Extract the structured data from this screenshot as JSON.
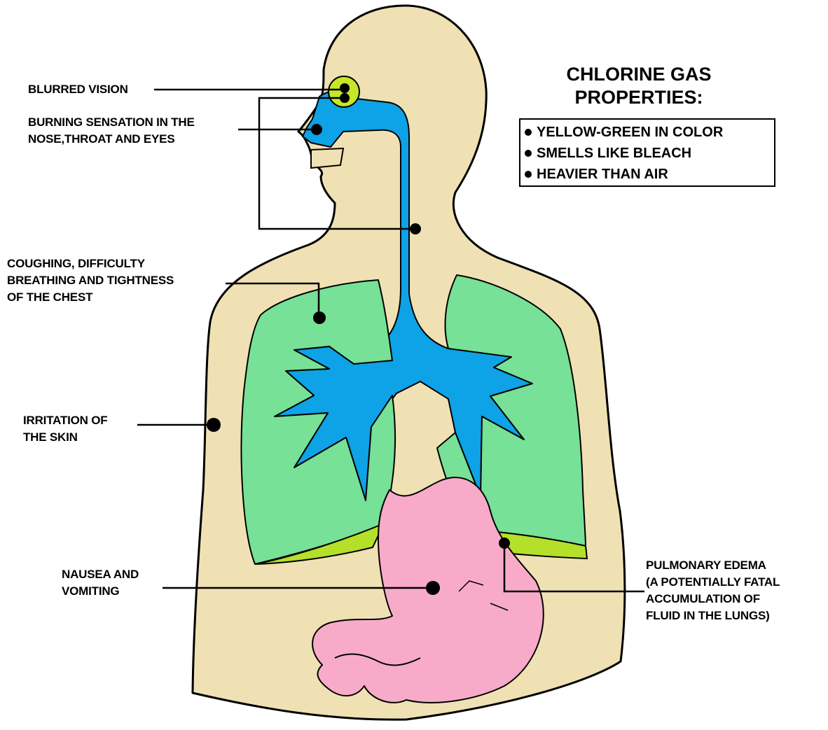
{
  "properties": {
    "title_line1": "CHLORINE GAS",
    "title_line2": "PROPERTIES:",
    "items": [
      "YELLOW-GREEN IN COLOR",
      "SMELLS LIKE BLEACH",
      "HEAVIER THAN AIR"
    ]
  },
  "symptoms": {
    "blurred_vision": [
      "BLURRED VISION"
    ],
    "burning": [
      "BURNING SENSATION IN THE",
      "NOSE,THROAT AND EYES"
    ],
    "coughing": [
      "COUGHING, DIFFICULTY",
      "BREATHING AND TIGHTNESS",
      "OF THE CHEST"
    ],
    "skin": [
      "IRRITATION OF",
      "THE SKIN"
    ],
    "nausea": [
      "NAUSEA AND",
      "VOMITING"
    ],
    "edema": [
      "PULMONARY EDEMA",
      "(A POTENTIALLY FATAL",
      "ACCUMULATION OF",
      "FLUID IN THE LUNGS)"
    ]
  },
  "colors": {
    "skin": "#efe1b3",
    "airway": "#0ea2e6",
    "lung": "#76e197",
    "fluid": "#b4e02a",
    "stomach": "#f8abc9",
    "eye": "#c6e628"
  }
}
